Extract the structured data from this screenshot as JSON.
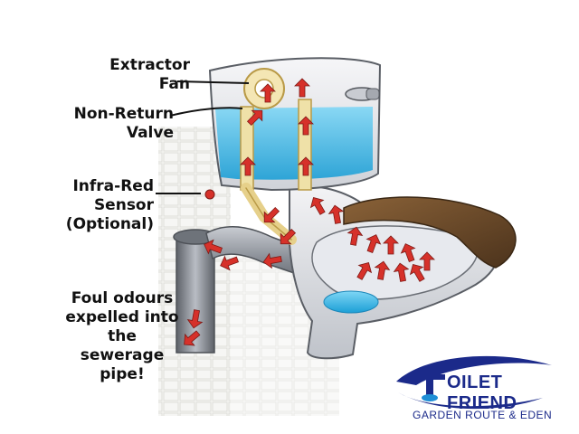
{
  "labels": {
    "extractor_fan": [
      "Extractor",
      "Fan"
    ],
    "non_return_valve": [
      "Non-Return",
      "Valve"
    ],
    "infra_red_sensor": [
      "Infra-Red",
      "Sensor",
      "(Optional)"
    ],
    "foul_odours": [
      "Foul odours",
      "expelled into",
      "the sewerage",
      "pipe!"
    ]
  },
  "logo": {
    "brand_rest": "OILET FRIEND",
    "tagline": "GARDEN ROUTE & EDEN",
    "color": "#1b2a8a",
    "accent": "#1f8fd6"
  },
  "colors": {
    "arrow": "#d6312a",
    "water": "#2fb6e8",
    "pipe": "#9aa0a8",
    "porcelain": "#f1f1f3",
    "seat": "#6b4a2b"
  }
}
